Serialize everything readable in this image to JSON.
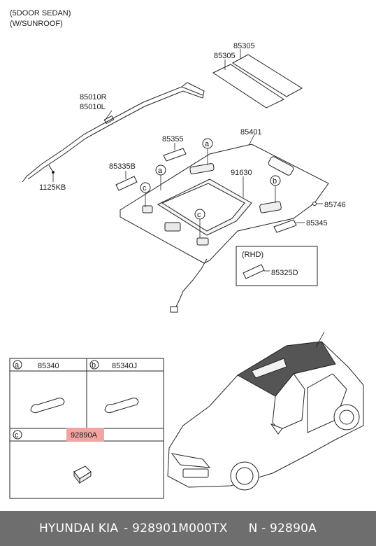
{
  "header": {
    "line1": "(5DOOR SEDAN)",
    "line2": "(W/SUNROOF)"
  },
  "parts": {
    "p85305_top": "85305",
    "p85305_bottom": "85305",
    "p85010R": "85010R",
    "p85010L": "85010L",
    "p1125KB": "1125KB",
    "p85355": "85355",
    "p85401": "85401",
    "p85335B": "85335B",
    "p91630": "91630",
    "p85746": "85746",
    "p85345": "85345",
    "p85325D": "85325D"
  },
  "rhd": {
    "label": "(RHD)"
  },
  "callouts": {
    "a": "a",
    "b": "b",
    "c": "c"
  },
  "legend": {
    "a_code": "85340",
    "b_code": "85340J",
    "c_code": "92890A",
    "highlight_color": "#f4a3a3"
  },
  "footer": {
    "brand": "HYUNDAI  KIA",
    "part_number": "- 928901M000TX",
    "oem_number": "N - 92890A",
    "background": "#6e6e6e"
  }
}
